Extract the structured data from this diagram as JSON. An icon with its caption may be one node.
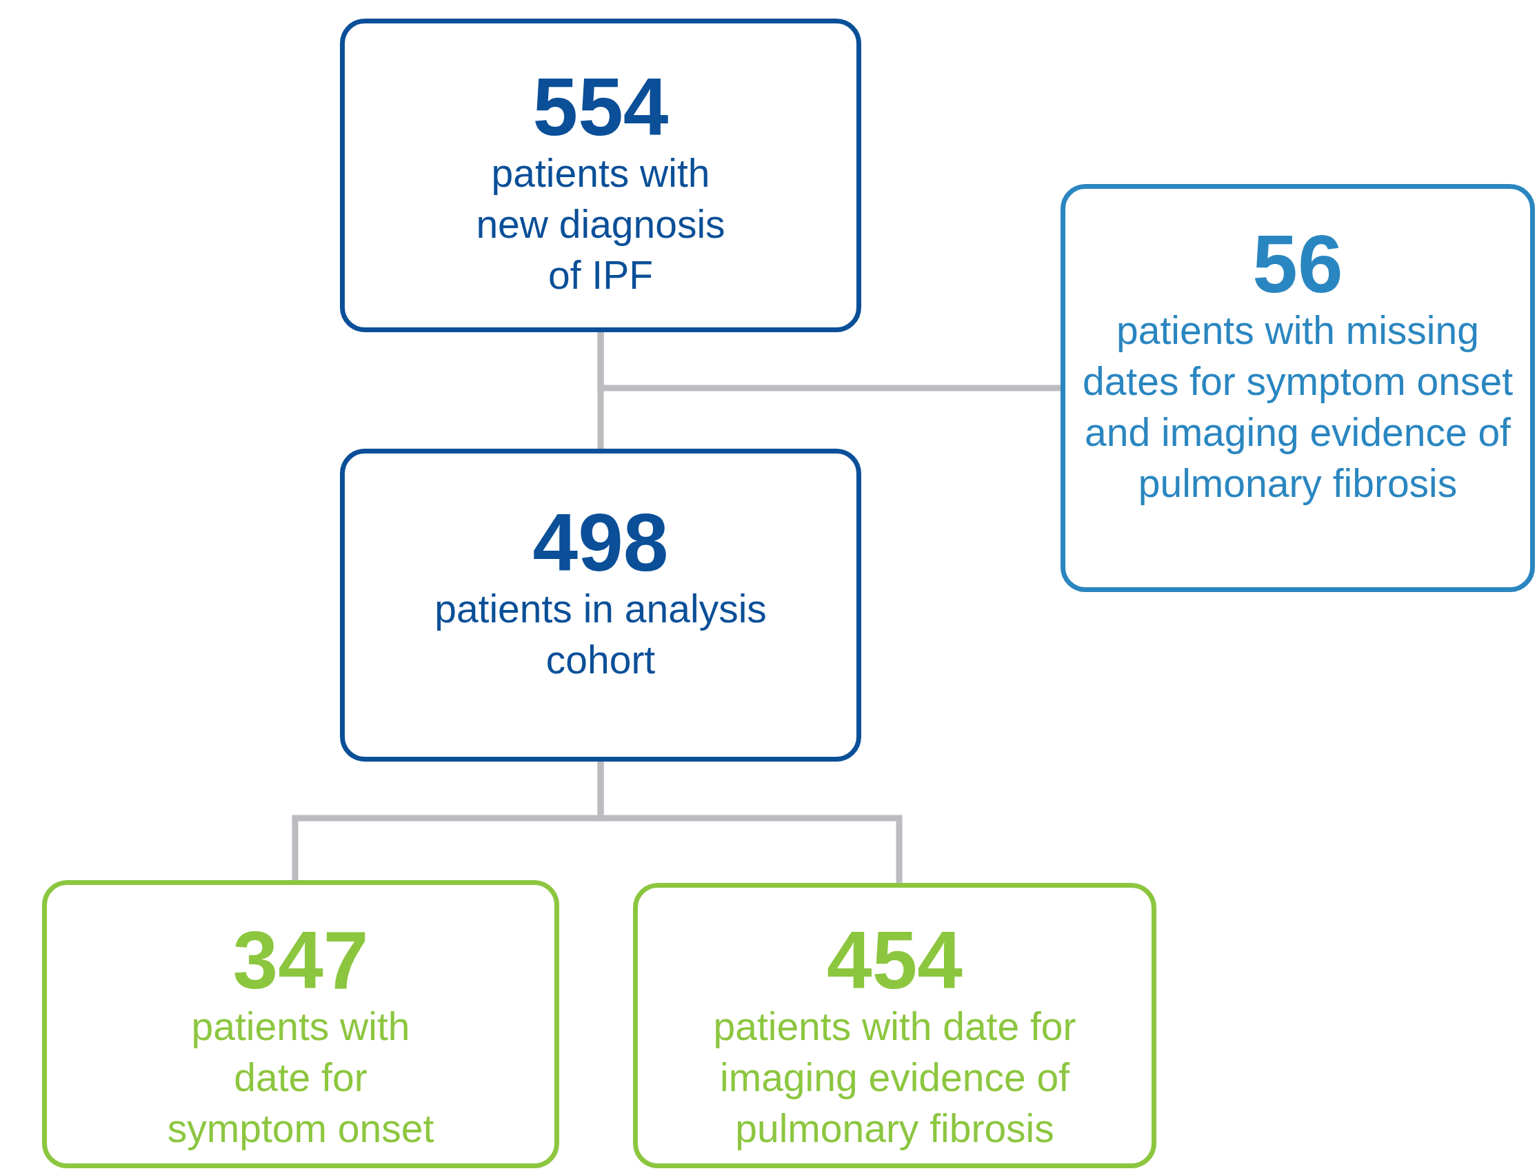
{
  "diagram": {
    "nodes": [
      {
        "text": [
          "554",
          "patients with new diagnosis of IPF"
        ]
      },
      {
        "text": [
          "498",
          "patients in analysis cohort"
        ]
      },
      {
        "text": [
          "56",
          "patients with missing dates for symptom onset and imaging evidence of pulmonary fibrosis"
        ]
      },
      {
        "text": [
          "347",
          "patients with date for symptom onset"
        ]
      },
      {
        "text": [
          "454",
          "patients with date for imaging evidence of pulmonary fibrosis"
        ]
      }
    ],
    "edges": [
      {
        "from": 0,
        "to": 1,
        "arrow": "none"
      },
      {
        "from": 0,
        "to": 2,
        "arrow": "none"
      },
      {
        "from": 1,
        "to": 3,
        "arrow": "none"
      },
      {
        "from": 1,
        "to": 4,
        "arrow": "none"
      }
    ]
  }
}
